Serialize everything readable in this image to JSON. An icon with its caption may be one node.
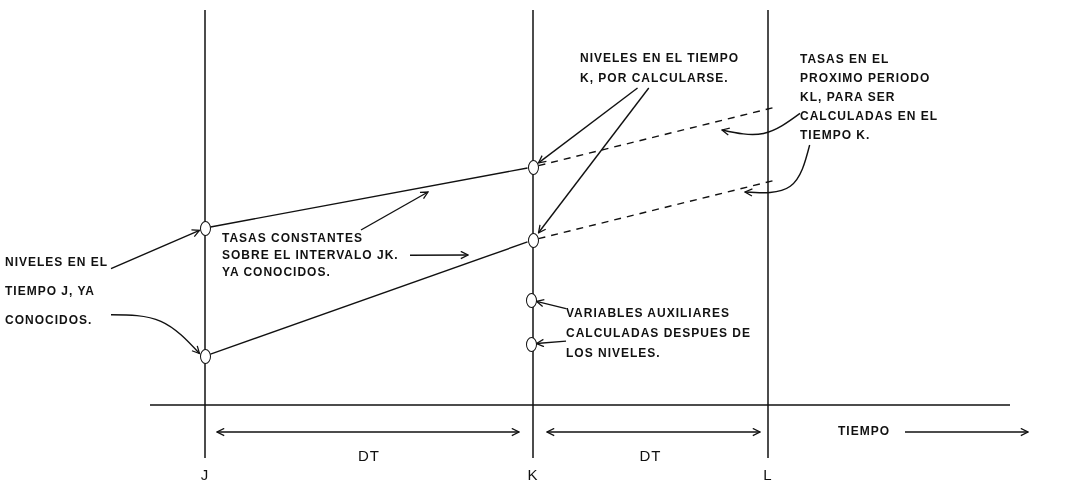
{
  "diagram": {
    "nodes": [
      {
        "text": [
          "NIVELES EN EL TIEMPO J, YA CONOCIDOS."
        ]
      },
      {
        "text": [],
        "shape": "circle"
      },
      {
        "text": [],
        "shape": "circle"
      },
      {
        "text": [
          "TASAS CONSTANTES SOBRE EL INTERVALO JK. YA CONOCIDOS."
        ]
      },
      {
        "text": [],
        "shape": "circle"
      },
      {
        "text": [],
        "shape": "circle"
      },
      {
        "text": [],
        "shape": "circle"
      },
      {
        "text": [],
        "shape": "circle"
      },
      {
        "text": [
          "NIVELES EN EL TIEMPO K, POR CALCULARSE."
        ]
      },
      {
        "text": [
          "TASAS EN EL PROXIMO PERIODO KL, PARA SER CALCULADAS EN EL TIEMPO K."
        ]
      },
      {
        "text": [
          "VARIABLES AUXILIARES CALCULADAS DESPUES DE LOS NIVELES."
        ]
      }
    ],
    "edges": [
      {
        "from": 0,
        "to": 1,
        "arrow": "to"
      },
      {
        "from": 0,
        "to": 2,
        "arrow": "to"
      },
      {
        "from": 1,
        "to": 4,
        "arrow": "none"
      },
      {
        "from": 2,
        "to": 5,
        "arrow": "none"
      },
      {
        "from": 4,
        "to": null,
        "arrow": "none",
        "style": "dashed"
      },
      {
        "from": 5,
        "to": null,
        "arrow": "none",
        "style": "dashed"
      },
      {
        "from": 3,
        "to": null,
        "arrow": "to"
      },
      {
        "from": 3,
        "to": null,
        "arrow": "to"
      },
      {
        "from": 8,
        "to": 4,
        "arrow": "to"
      },
      {
        "from": 8,
        "to": 5,
        "arrow": "to"
      },
      {
        "from": 9,
        "to": null,
        "arrow": "to"
      },
      {
        "from": 9,
        "to": null,
        "arrow": "to"
      },
      {
        "from": 10,
        "to": 6,
        "arrow": "to"
      },
      {
        "from": 10,
        "to": 7,
        "arrow": "to"
      }
    ],
    "labels": [
      "DT",
      "DT",
      "TIEMPO",
      "J",
      "K",
      "L"
    ]
  }
}
